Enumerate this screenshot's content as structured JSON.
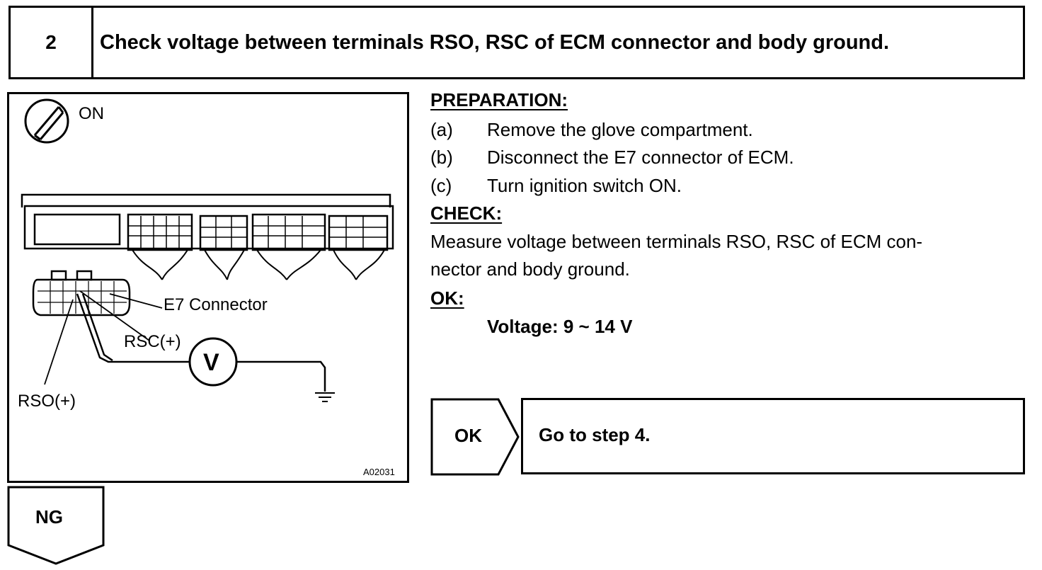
{
  "step": {
    "number": "2",
    "title": "Check voltage between terminals RSO, RSC of ECM connector and body ground."
  },
  "diagram": {
    "ignition_label": "ON",
    "connector_label": "E7 Connector",
    "rsc_label": "RSC(+)",
    "rso_label": "RSO(+)",
    "meter_symbol": "V",
    "figure_code": "A02031",
    "icons": [
      "ignition-switch-icon",
      "voltmeter-icon",
      "ground-symbol-icon"
    ]
  },
  "preparation": {
    "heading": "PREPARATION:",
    "items": [
      {
        "letter": "(a)",
        "text": "Remove the glove compartment."
      },
      {
        "letter": "(b)",
        "text": "Disconnect the E7 connector of ECM."
      },
      {
        "letter": "(c)",
        "text": "Turn ignition switch ON."
      }
    ]
  },
  "check": {
    "heading": "CHECK:",
    "line1": "Measure voltage between terminals RSO, RSC of ECM con-",
    "line2": "nector and body ground."
  },
  "ok": {
    "heading": "OK:",
    "spec": "Voltage:  9 ~ 14 V"
  },
  "result_ok": {
    "label": "OK",
    "action": "Go to step 4."
  },
  "result_ng": {
    "label": "NG"
  }
}
